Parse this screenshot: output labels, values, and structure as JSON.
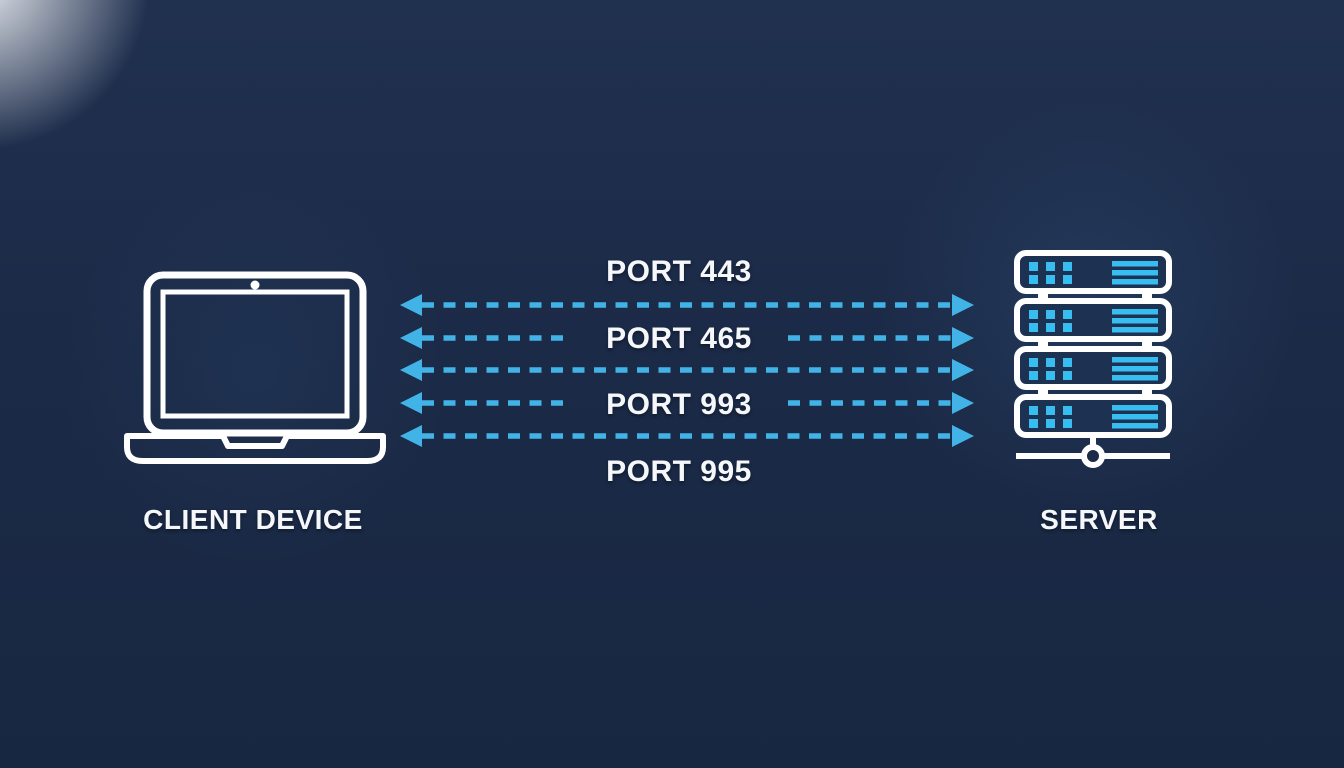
{
  "client": {
    "label": "CLIENT DEVICE",
    "icon": "laptop-icon"
  },
  "server": {
    "label": "SERVER",
    "icon": "server-rack-icon"
  },
  "connections": {
    "arrow_style": "dashed-double-headed",
    "arrow_count": 5,
    "ports": [
      {
        "label": "PORT 443"
      },
      {
        "label": "PORT 465"
      },
      {
        "label": "PORT 993"
      },
      {
        "label": "PORT 995"
      }
    ]
  },
  "colors": {
    "background": "#1b2a47",
    "arrow": "#42b3e6",
    "icon_stroke": "#ffffff",
    "server_accent": "#38bdf0",
    "text": "#f5f7fa"
  }
}
